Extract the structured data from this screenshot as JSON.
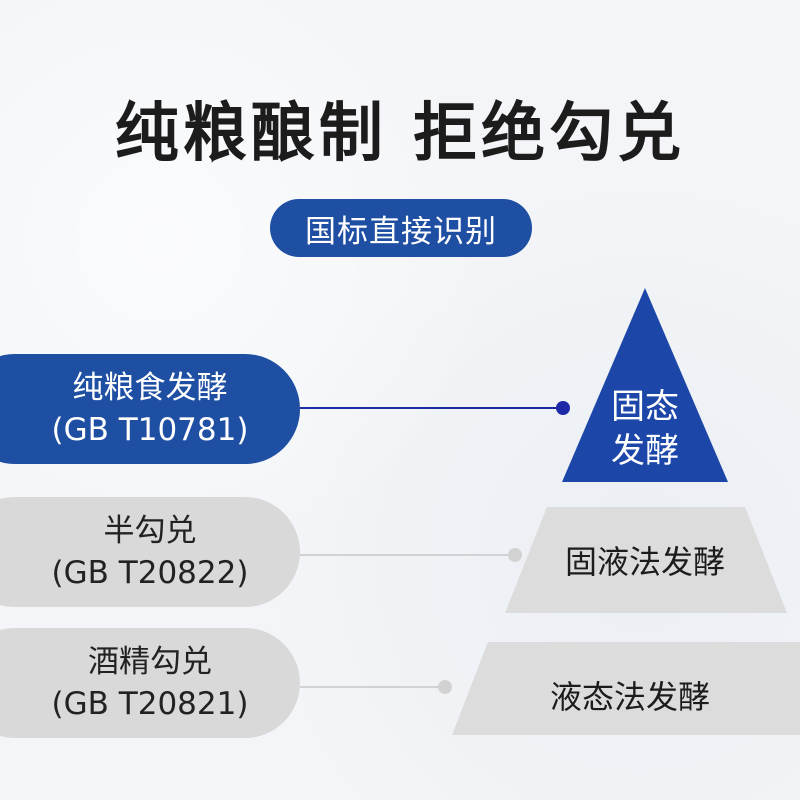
{
  "title": "纯粮酿制 拒绝勾兑",
  "subtitle": "国标直接识别",
  "rows": [
    {
      "name": "纯粮食发酵",
      "standard": "(GB T10781)",
      "method": "固态发酵",
      "method_line1": "固态",
      "method_line2": "发酵"
    },
    {
      "name": "半勾兑",
      "standard": "(GB T20822)",
      "method": "固液法发酵"
    },
    {
      "name": "酒精勾兑",
      "standard": "(GB T20821)",
      "method": "液态法发酵"
    }
  ],
  "colors": {
    "primary_blue": "#1e4fa3",
    "pyramid_blue": "#1c47a8",
    "gray_pill": "#d9d9d9",
    "gray_shape": "#dcdcdc",
    "connector_primary": "#1d2aa8",
    "connector_secondary": "#d2d2d2"
  }
}
